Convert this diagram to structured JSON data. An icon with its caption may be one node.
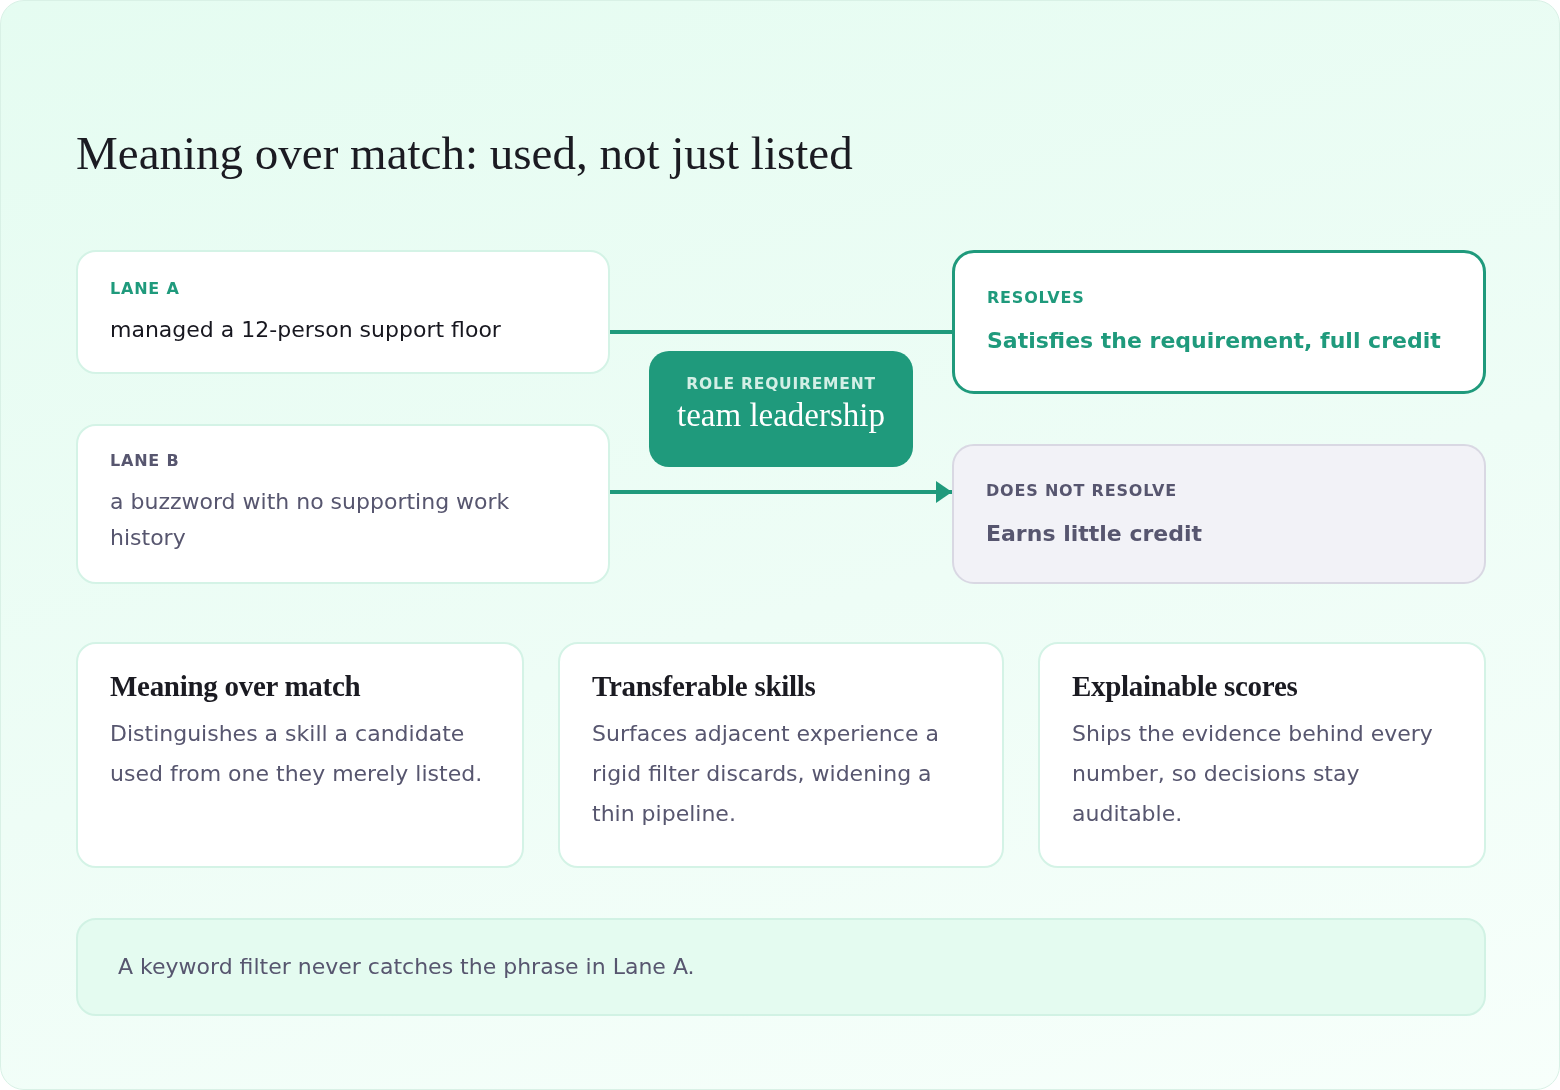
{
  "diagram": {
    "title": "Meaning over match: used, not just listed",
    "nodes": [
      {
        "text": [
          "LANE A",
          "managed a 12-person support floor"
        ]
      },
      {
        "text": [
          "LANE B",
          "a buzzword with no supporting work history"
        ]
      },
      {
        "text": [
          "ROLE REQUIREMENT",
          "team leadership"
        ]
      },
      {
        "text": [
          "RESOLVES",
          "Satisfies the requirement, full credit"
        ]
      },
      {
        "text": [
          "DOES NOT RESOLVE",
          "Earns little credit"
        ]
      },
      {
        "text": [
          "Meaning over match",
          "Distinguishes a skill a candidate used from one they merely listed."
        ]
      },
      {
        "text": [
          "Transferable skills",
          "Surfaces adjacent experience a rigid filter discards, widening a thin pipeline."
        ]
      },
      {
        "text": [
          "Explainable scores",
          "Ships the evidence behind every number, so decisions stay auditable."
        ]
      },
      {
        "text": [
          "A keyword filter never catches the phrase in Lane A."
        ]
      }
    ],
    "edges": [
      {
        "from": 0,
        "to": 3,
        "arrow": "none"
      },
      {
        "from": 1,
        "to": 4,
        "arrow": "to"
      }
    ]
  }
}
